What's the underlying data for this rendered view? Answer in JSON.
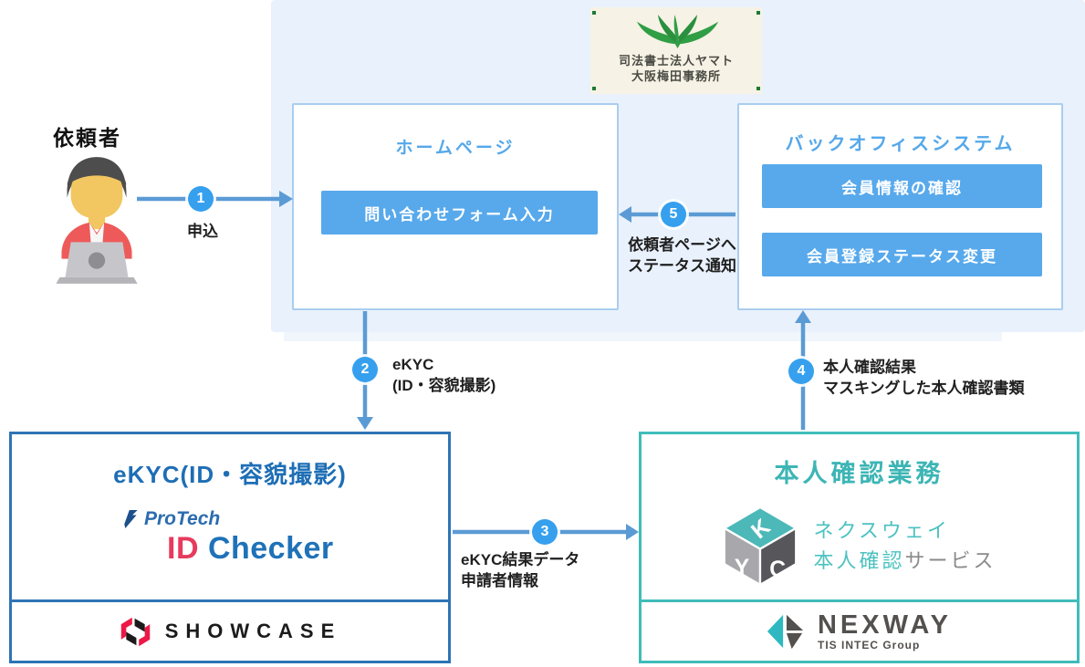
{
  "colors": {
    "bg-region": "#e9f1fc",
    "panel-border": "#a9cdf0",
    "button-blue": "#57a9ec",
    "title-blue": "#55a8ea",
    "arrow-blue": "#5b9bd5",
    "circle-blue": "#36a0ee",
    "strong-blue": "#2e74b5",
    "ekyc-title-blue": "#1e6eb5",
    "teal-border": "#3fbcba",
    "teal-title": "#3db5b5",
    "teal-light": "#4cc2c0",
    "label-black": "#1f1f1f",
    "cream": "#f6f2e5",
    "protech-blue": "#2b6cb0",
    "id-red": "#e73a5d",
    "checker-blue": "#1f72b8",
    "showcase-pink": "#ed1846",
    "nexway-gray": "#53504e",
    "nexway-teal": "#2fb8c0"
  },
  "logo_card": {
    "line1": "司法書士法人ヤマト",
    "line2": "大阪梅田事務所"
  },
  "client": {
    "label": "依頼者"
  },
  "homepage": {
    "title": "ホームページ",
    "button": "問い合わせフォーム入力"
  },
  "backoffice": {
    "title": "バックオフィスシステム",
    "buttons": [
      "会員情報の確認",
      "会員登録ステータス変更"
    ]
  },
  "steps": [
    {
      "num": "1",
      "lines": [
        "申込"
      ]
    },
    {
      "num": "2",
      "lines": [
        "eKYC",
        "(ID・容貌撮影)"
      ]
    },
    {
      "num": "3",
      "lines": [
        "eKYC結果データ",
        "申請者情報"
      ]
    },
    {
      "num": "4",
      "lines": [
        "本人確認結果",
        "マスキングした本人確認書類"
      ]
    },
    {
      "num": "5",
      "lines": [
        "依頼者ページへ",
        "ステータス通知"
      ]
    }
  ],
  "ekyc": {
    "title": "eKYC(ID・容貌撮影)",
    "protech": "ProTech",
    "id_word": "ID",
    "checker_word": "Checker",
    "showcase": "SHOWCASE"
  },
  "kyc": {
    "title": "本人確認業務",
    "cube_k": "K",
    "cube_y": "Y",
    "cube_c": "C",
    "service_line1": "ネクスウェイ",
    "service_teal": "本人確認",
    "service_gray": "サービス",
    "nexway": "NEXWAY",
    "nexway_sub": "TIS INTEC Group"
  }
}
